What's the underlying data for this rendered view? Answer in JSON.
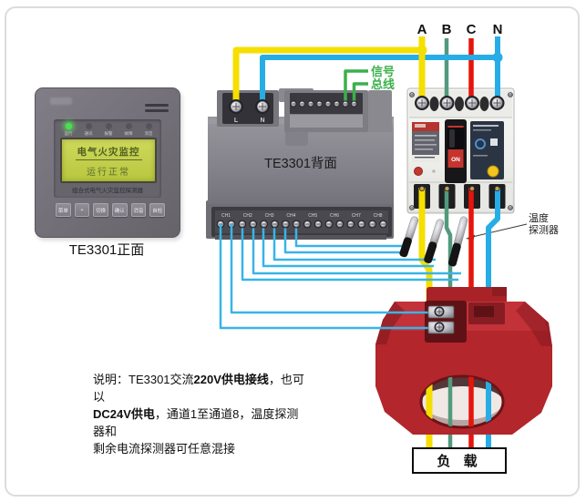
{
  "front_panel": {
    "leds": [
      {
        "label": "运行",
        "color": "#45e34d"
      },
      {
        "label": "通讯",
        "color": "#56535b"
      },
      {
        "label": "报警",
        "color": "#56535b"
      },
      {
        "label": "故障",
        "color": "#56535b"
      },
      {
        "label": "消音",
        "color": "#56535b"
      }
    ],
    "lcd_line1": "电气火灾监控",
    "lcd_line2": "运行正常",
    "caption": "组合式电气火灾监控探测器",
    "buttons": [
      "菜单",
      "+",
      "切换",
      "确认",
      "消音",
      "自检"
    ],
    "label": "TE3301正面"
  },
  "module": {
    "label": "TE3301背面",
    "terminal_l": "L",
    "terminal_n": "N",
    "channels": [
      "CH1",
      "CH2",
      "CH3",
      "CH4",
      "CH5",
      "CH6",
      "CH7",
      "CH8"
    ]
  },
  "breaker": {
    "phases": [
      "A",
      "B",
      "C",
      "N"
    ],
    "switch_state": "ON"
  },
  "signal_bus": {
    "line1": "信号",
    "line2": "总线"
  },
  "temp_detector": {
    "line1": "温度",
    "line2": "探测器"
  },
  "load": {
    "label": "负 载"
  },
  "note": {
    "lines": [
      [
        {
          "t": "说明：TE3301交流"
        },
        {
          "t": "220V供电接线",
          "b": true
        },
        {
          "t": "，也可以"
        }
      ],
      [
        {
          "t": "DC24V供电",
          "b": true
        },
        {
          "t": "，通道1至通道8，温度探测器和"
        }
      ],
      [
        {
          "t": "剩余电流探测器可任意混接"
        }
      ]
    ]
  },
  "colors": {
    "phase_a": "#f5df00",
    "phase_b": "#53997d",
    "phase_c": "#e5150c",
    "phase_n": "#27ade6",
    "signal": "#39b4e8",
    "bus": "#3cb04b",
    "ct_red": "#b2262c"
  }
}
